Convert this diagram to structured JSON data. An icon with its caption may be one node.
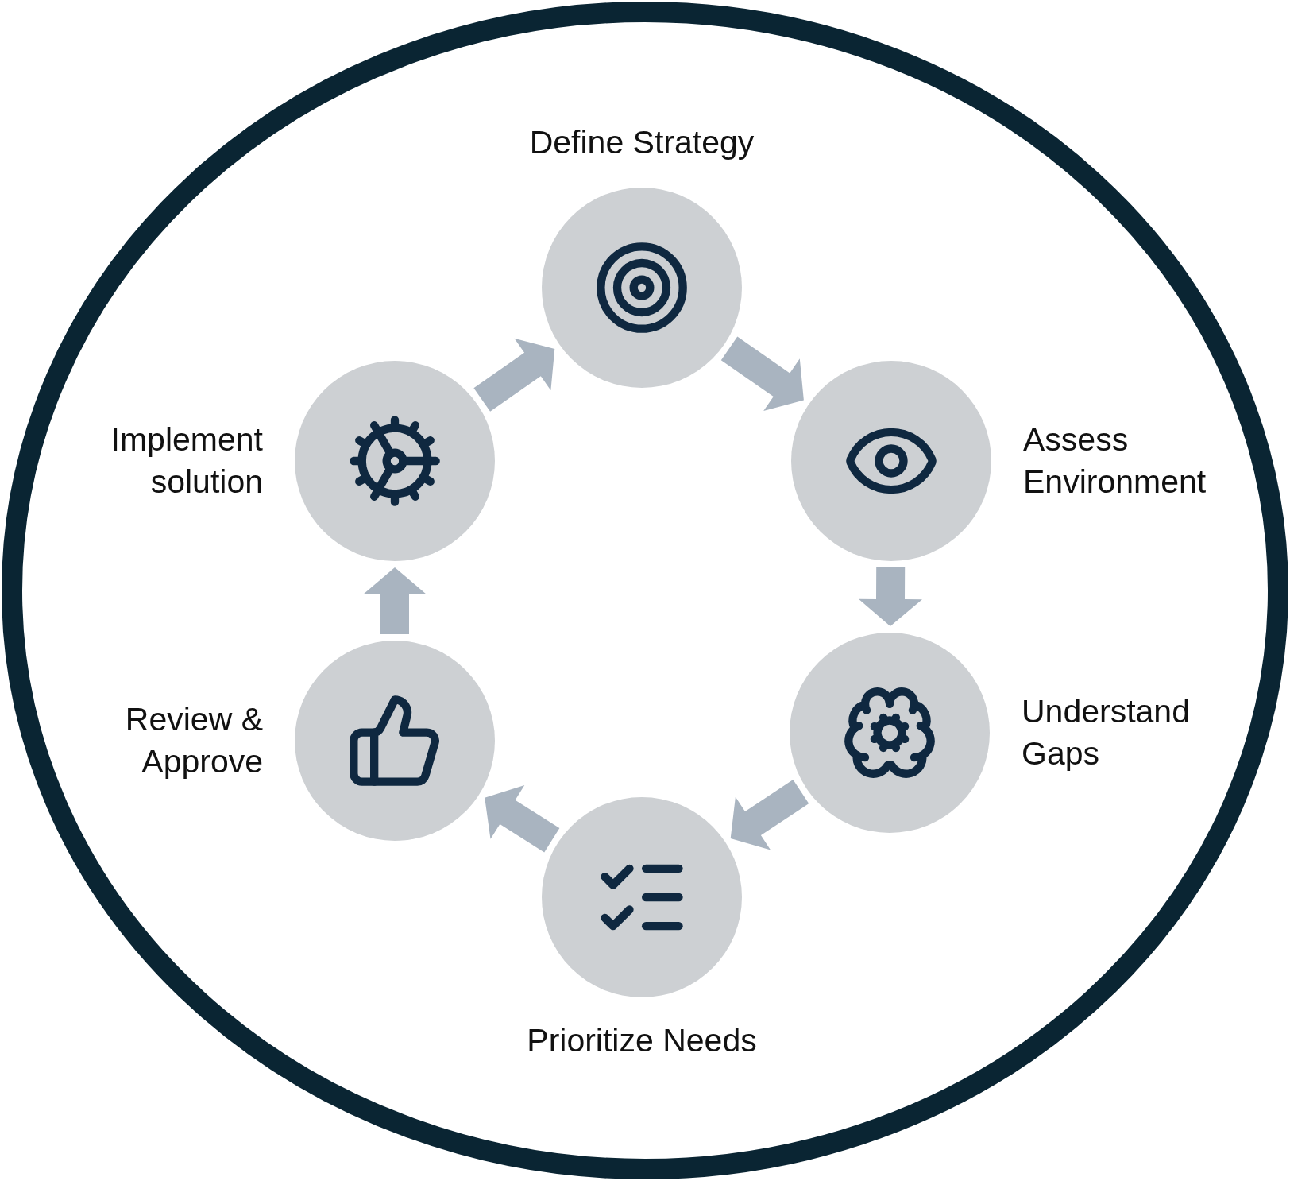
{
  "diagram": {
    "nodes": [
      {
        "text": [
          "Define Strategy"
        ]
      },
      {
        "text": [
          "Assess Environment"
        ]
      },
      {
        "text": [
          "Understand Gaps"
        ]
      },
      {
        "text": [
          "Prioritize Needs"
        ]
      },
      {
        "text": [
          "Review & Approve"
        ]
      },
      {
        "text": [
          "Implement solution"
        ]
      }
    ],
    "edges": [
      {
        "from": 0,
        "to": 1,
        "arrow": "to"
      },
      {
        "from": 1,
        "to": 2,
        "arrow": "to"
      },
      {
        "from": 2,
        "to": 3,
        "arrow": "to"
      },
      {
        "from": 3,
        "to": 4,
        "arrow": "to"
      },
      {
        "from": 4,
        "to": 5,
        "arrow": "to"
      },
      {
        "from": 5,
        "to": 0,
        "arrow": "to"
      }
    ]
  }
}
